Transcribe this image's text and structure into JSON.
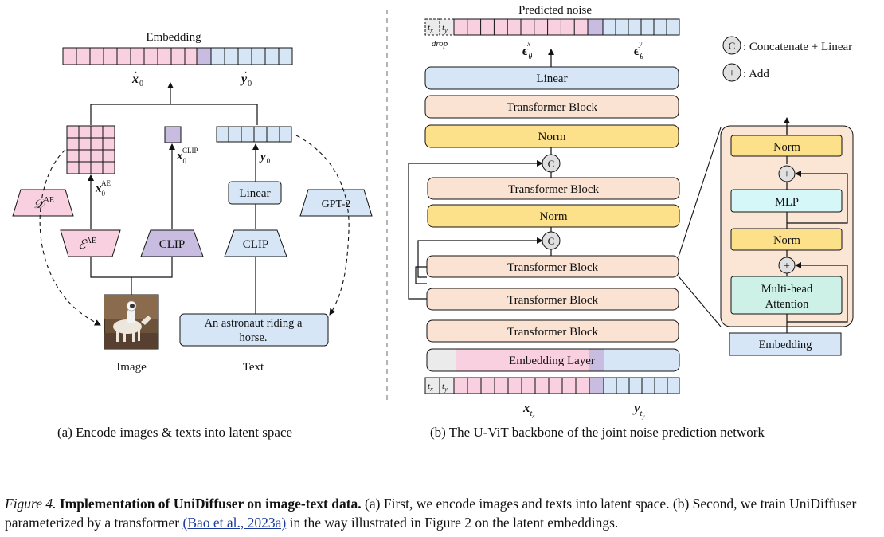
{
  "left_panel": {
    "embedding_title": "Embedding",
    "x0_label": "x",
    "x0_sub": "0",
    "y0_label": "y",
    "y0_sub": "0",
    "xae_label": "x",
    "xae_sub": "0",
    "xae_sup": "AE",
    "xclip_label": "x",
    "xclip_sub": "0",
    "xclip_sup": "CLIP",
    "y0_mid_label": "y",
    "y0_mid_sub": "0",
    "decoder_label": "𝒟",
    "decoder_sup": "AE",
    "encoder_label": "ℰ",
    "encoder_sup": "AE",
    "clip_image_label": "CLIP",
    "clip_text_label": "CLIP",
    "linear_label": "Linear",
    "gpt2_label": "GPT-2",
    "image_caption": "Image",
    "text_caption": "Text",
    "text_box_line1": "An astronaut riding a",
    "text_box_line2": "horse.",
    "panel_caption": "(a) Encode images & texts into latent space"
  },
  "right_panel": {
    "predicted_noise_title": "Predicted noise",
    "drop_label": "drop",
    "tx_label": "t",
    "tx_sub": "x",
    "ty_label": "t",
    "ty_sub": "y",
    "eps_x_label": "ϵ",
    "eps_x_sub": "θ",
    "eps_x_sup": "x",
    "eps_y_label": "ϵ",
    "eps_y_sub": "θ",
    "eps_y_sup": "y",
    "blocks": {
      "linear": "Linear",
      "transformer_top": "Transformer Block",
      "norm_top": "Norm",
      "transformer_2": "Transformer Block",
      "norm_2": "Norm",
      "transformer_3": "Transformer Block",
      "transformer_4": "Transformer Block",
      "transformer_5": "Transformer Block",
      "embedding_layer": "Embedding Layer"
    },
    "concat_symbol": "C",
    "add_symbol": "+",
    "bottom_x_label": "x",
    "bottom_x_sub": "t",
    "bottom_x_subsub": "x",
    "bottom_y_label": "y",
    "bottom_y_sub": "t",
    "bottom_y_subsub": "y",
    "legend_concat": ": Concatenate + Linear",
    "legend_add": ": Add",
    "detail": {
      "norm_top": "Norm",
      "mlp": "MLP",
      "norm_bottom": "Norm",
      "attention_line1": "Multi-head",
      "attention_line2": "Attention",
      "embedding": "Embedding"
    },
    "panel_caption": "(b) The U-ViT backbone of the joint noise prediction network"
  },
  "figure_caption": {
    "fig_label": "Figure 4.",
    "bold_title": "Implementation of UniDiffuser on image-text data.",
    "text_a": "(a) First, we encode images and texts into latent space. (b) Second, we train UniDiffuser parameterized by a transformer",
    "citation": "(Bao et al., 2023a)",
    "text_b": "in the way illustrated in Figure 2 on the latent embeddings."
  },
  "colors": {
    "pink": "#f9d0e0",
    "purple": "#c8bde0",
    "blue": "#d6e6f7",
    "peach": "#fbe3d3",
    "yellow": "#fde08a",
    "mint": "#cdf1e6",
    "cyan": "#d5f7f7",
    "grey": "#ebebeb",
    "frame": "#fbe6d6"
  }
}
